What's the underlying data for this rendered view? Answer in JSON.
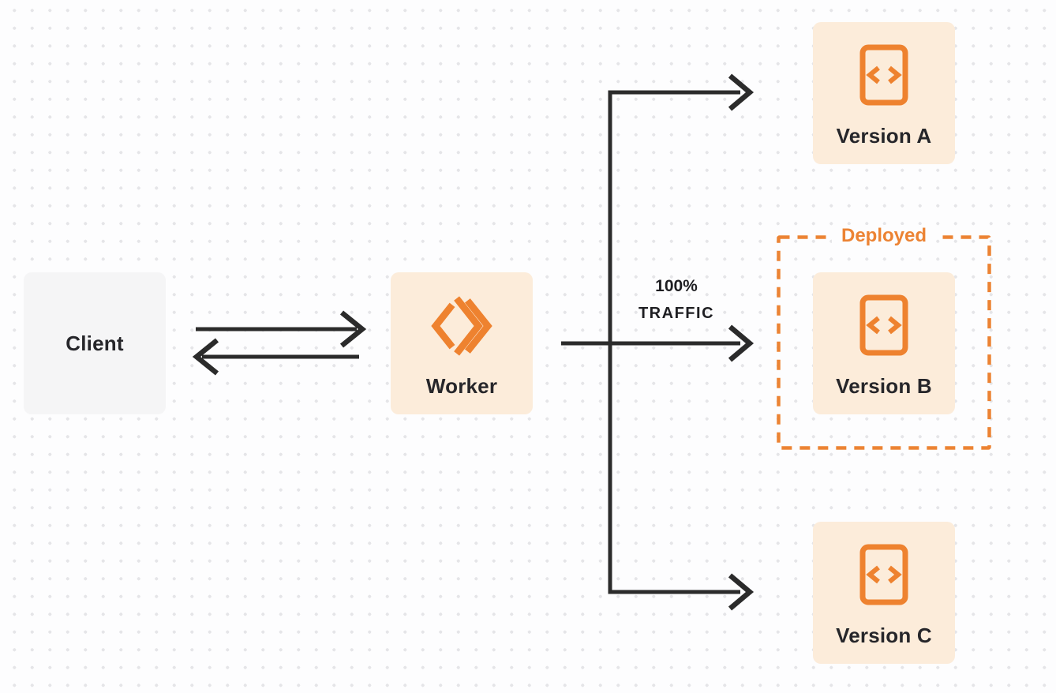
{
  "diagram": {
    "nodes": {
      "client": {
        "label": "Client"
      },
      "worker": {
        "label": "Worker",
        "icon": "cloudflare-workers-icon"
      },
      "version_a": {
        "label": "Version A",
        "icon": "code-file-icon"
      },
      "version_b": {
        "label": "Version B",
        "icon": "code-file-icon"
      },
      "version_c": {
        "label": "Version C",
        "icon": "code-file-icon"
      }
    },
    "deployed_group": {
      "label": "Deployed"
    },
    "traffic": {
      "percent": "100%",
      "word": "TRAFFIC"
    },
    "colors": {
      "accent_orange": "#ec8333",
      "icon_orange": "#ee822f",
      "orange_node_fill": "#fcecda",
      "client_node_fill": "#f5f5f6",
      "connector_dark": "#2b2b2b",
      "text_dark": "#26262a",
      "canvas_background": "#fdfdfe",
      "grid_dot": "#e5e5e8"
    }
  }
}
